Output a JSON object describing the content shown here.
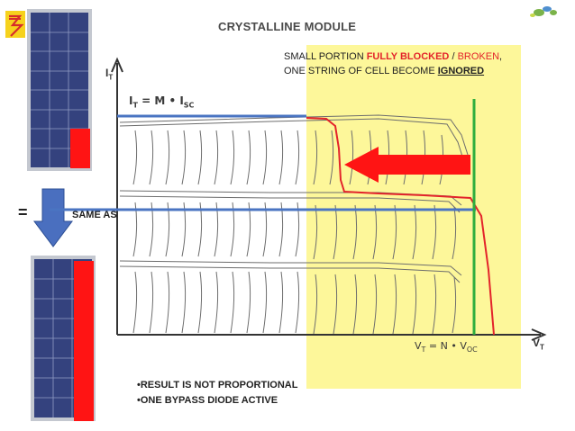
{
  "title": "CRYSTALLINE MODULE",
  "note": {
    "part1": "SMALL PORTION ",
    "fully_blocked": "FULLY BLOCKED",
    "part2": " / ",
    "broken": "BROKEN",
    "part3": ",",
    "line2a": "ONE STRING OF CELL BECOME ",
    "ignored": "IGNORED"
  },
  "same_as": "SAME AS",
  "equals": "=",
  "bullets": [
    "•RESULT IS NOT PROPORTIONAL",
    "•ONE BYPASS DIODE ACTIVE"
  ],
  "axis": {
    "y": "I",
    "y_sub": "T",
    "x": "V",
    "x_sub": "T"
  },
  "formula_current": {
    "main": "I",
    "sub1": "T",
    "eq": " = M • I",
    "sub2": "SC"
  },
  "formula_voltage": {
    "main": "V",
    "sub1": "T",
    "eq": " = N • V",
    "sub2": "OC"
  },
  "colors": {
    "highlight": "#fdf79a",
    "red": "#e3242b",
    "blue": "#4a74c2",
    "green": "#2fae3e",
    "panel": "#3a4b8c",
    "arrow_blue": "#4a6fbf"
  }
}
